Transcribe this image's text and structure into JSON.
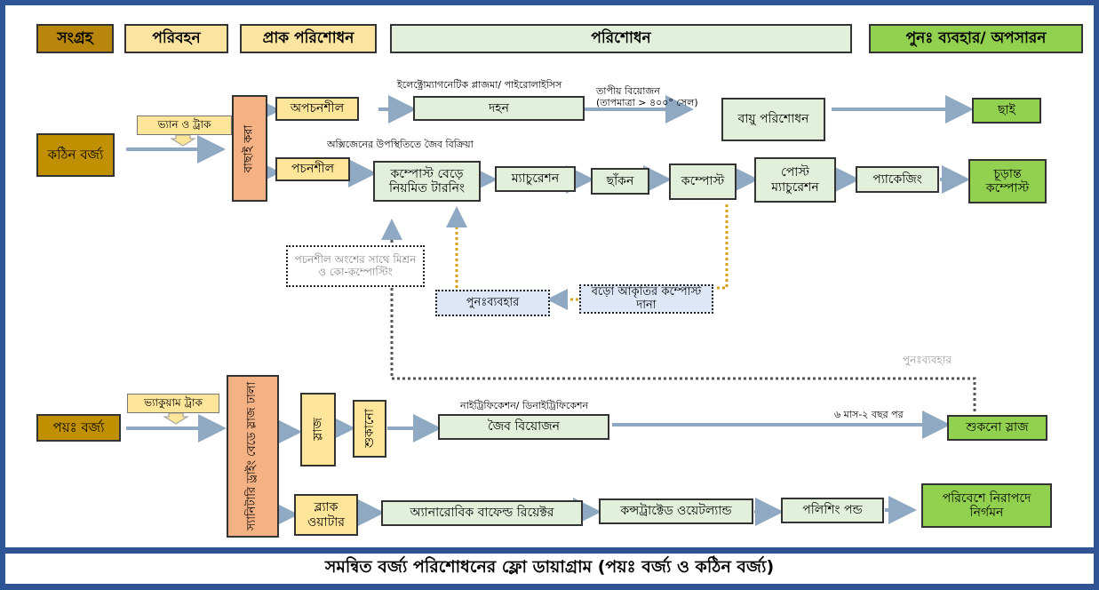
{
  "stages": {
    "collection": "সংগ্রহ",
    "transport": "পরিবহন",
    "pretreatment": "প্রাক পরিশোধন",
    "treatment": "পরিশোধন",
    "reuse_disposal": "পুনঃ ব্যবহার/ অপসারন"
  },
  "solid": {
    "source": "কঠিন বর্জ্য",
    "truck": "ভ্যান ও ট্রাক",
    "sorting": "বাছাই করা",
    "non_degradable": "অপচনশীল",
    "degradable": "পচনশীল",
    "incineration": "দহন",
    "incineration_note": "ইলেক্ট্রোম্যাগনেটিক প্লাজমা/ পাইরোলাইসিস",
    "thermal_note_1": "তাপীয় বিয়োজন",
    "thermal_note_2": "(তাপমাত্রা > ৪০০° সেল)",
    "air_treatment": "বায়ু পরিশোধন",
    "ash": "ছাই",
    "bio_reaction_note": "অক্সিজেনের উপস্থিতিতে জৈব বিক্রিয়া",
    "compost_bed": "কম্পোস্ট বেড়ে নিয়মিত টারনিং",
    "maturation": "ম্যাচুরেশন",
    "sieve": "ছাঁকন",
    "compost": "কম্পোস্ট",
    "post_maturation": "পোস্ট ম্যাচুরেশন",
    "packaging": "প্যাকেজিং",
    "final_compost": "চূড়ান্ত কম্পোস্ট",
    "co_composting": "পচনশীল অংশের সাথে মিশ্রন ও কো-কম্পোস্টিং",
    "reuse": "পুনঃব্যবহার",
    "large_grains": "বড়ো আকৃতির কম্পোস্ট দানা"
  },
  "liquid": {
    "source": "পয়ঃ বর্জ্য",
    "truck": "ভ্যাকুয়াম ট্রাক",
    "settling": "স্যানিটারি ড্রাইং বেডে স্লাজ ঢালা",
    "sludge": "স্লাজ",
    "drying": "শুকানো",
    "bio_decomp": "জৈব বিয়োজন",
    "nitrification_note": "নাইট্রিফিকেশন/ ডিনাইট্রিফিকেশন",
    "duration_note": "৬ মাস-২ বছর পর",
    "dry_sludge": "শুকনো স্লাজ",
    "reuse_note": "পুনঃব্যবহার",
    "black_water": "ব্ল্যাক ওয়াটার",
    "abr": "অ্যানারোবিক বাফেল্ড রিয়েক্টর",
    "wetland": "কন্সট্রাক্টেড ওয়েটল্যান্ড",
    "polishing": "পলিশিং পন্ড",
    "safe_discharge": "পরিবেশে নিরাপদে নির্গমন"
  },
  "caption": "সমন্বিত বর্জ্য পরিশোধনের ফ্লো ডায়াগ্রাম (পয়ঃ বর্জ্য ও কঠিন বর্জ্য)",
  "colors": {
    "frame": "#2f5597",
    "arrow": "#8ea9c1",
    "collection": "#c09000",
    "pretreatment": "#fde59a",
    "treatment": "#e2efda",
    "reuse": "#92d050",
    "sorting": "#f4b183"
  }
}
